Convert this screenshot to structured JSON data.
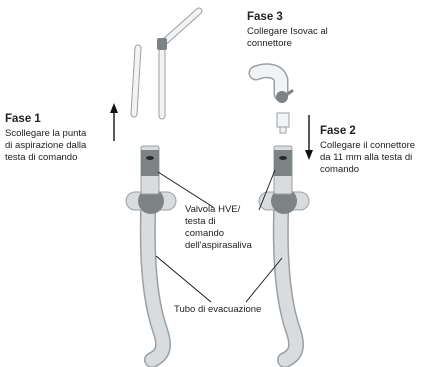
{
  "steps": {
    "fase1": {
      "title": "Fase 1",
      "lines": [
        "Scollegare la punta",
        "di aspirazione dalla",
        "testa di comando"
      ]
    },
    "fase2": {
      "title": "Fase 2",
      "lines": [
        "Collegare il connettore",
        "da 11 mm alla testa di",
        "comando"
      ]
    },
    "fase3": {
      "title": "Fase 3",
      "lines": [
        "Collegare Isovac al",
        "connettore"
      ]
    }
  },
  "callouts": {
    "valve": [
      "Valvola HVE/",
      "testa di",
      "comando",
      "dell'aspirasaliva"
    ],
    "tube": "Tubo di evacuazione"
  },
  "colors": {
    "tube": "#d9dcde",
    "tube_edge": "#9aa0a4",
    "head": "#7d8285",
    "line": "#111111"
  }
}
